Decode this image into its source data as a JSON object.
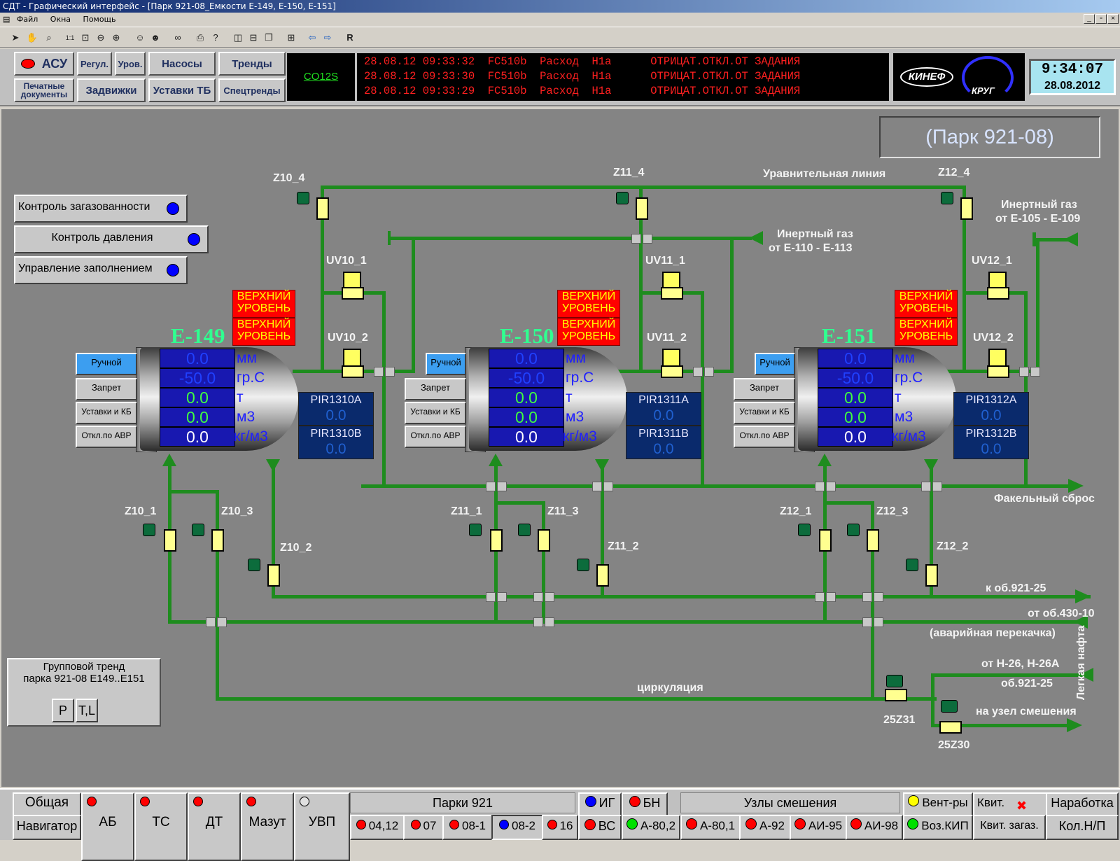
{
  "window": {
    "title": "СДТ - Графический интерфейс - [Парк 921-08_Емкости Е-149, Е-150, Е-151]"
  },
  "menu": [
    "Файл",
    "Окна",
    "Помощь"
  ],
  "header": {
    "buttons": {
      "asu": "АСУ",
      "regul": "Регул.",
      "urov": "Уров.",
      "nasosy": "Насосы",
      "trendy": "Тренды",
      "pechatnye": "Печатные документы",
      "zadvizhki": "Задвижки",
      "ustavki": "Уставки ТБ",
      "spectrendy": "Спецтренды"
    },
    "co12s": "CO12S",
    "alarms": [
      "28.08.12 09:33:32  FC510b  Расход  H1a      ОТРИЦАТ.ОТКЛ.ОТ ЗАДАНИЯ",
      "28.08.12 09:33:30  FC510b  Расход  H1a      ОТРИЦАТ.ОТКЛ.ОТ ЗАДАНИЯ",
      "28.08.12 09:33:29  FC510b  Расход  H1a      ОТРИЦАТ.ОТКЛ.ОТ ЗАДАНИЯ"
    ],
    "logo1": "КИНЕФ",
    "logo2": "КРУГ",
    "clock_time": "9:34:07",
    "clock_date": "28.08.2012"
  },
  "main": {
    "park_title": "(Парк 921-08)",
    "left_buttons": [
      "Контроль загазованности",
      "Контроль давления",
      "Управление заполнением"
    ],
    "labels": {
      "equal_line": "Уравнительная линия",
      "inert1": "Инертный газ",
      "inert1b": "от Е-110 - Е-113",
      "inert2": "Инертный газ",
      "inert2b": "от Е-105 - Е-109",
      "flare": "Факельный сброс",
      "to921": "к об.921-25",
      "from430": "от об.430-10",
      "emergency": "(аварийная перекачка)",
      "circ": "циркуляция",
      "fromH26": "от Н-26, Н-26А",
      "ob921": "об.921-25",
      "mixnode": "на узел смешения",
      "light_naphtha": "Легкая нафта",
      "v25z31": "25Z31",
      "v25z30": "25Z30"
    },
    "group_trend": {
      "line1": "Групповой тренд",
      "line2": "парка 921-08 Е149..Е151",
      "btn_p": "Р",
      "btn_tl": "T,L"
    },
    "alarm_text": [
      "ВЕРХНИЙ",
      "УРОВЕНЬ"
    ],
    "units": [
      "мм",
      "гр.С",
      "т",
      "м3",
      "кг/м3"
    ],
    "mode_buttons": [
      "Ручной",
      "Запрет",
      "Уставки и КБ",
      "Откл.по АВР"
    ],
    "tanks": [
      {
        "name": "Е-149",
        "values": [
          "0.0",
          "-50.0",
          "0.0",
          "0.0",
          "0.0"
        ],
        "pir_a": "PIR1310A",
        "pir_a_val": "0.0",
        "pir_b": "PIR1310B",
        "pir_b_val": "0.0",
        "z4": "Z10_4",
        "uv1": "UV10_1",
        "uv2": "UV10_2",
        "z1": "Z10_1",
        "z3": "Z10_3",
        "z2": "Z10_2"
      },
      {
        "name": "Е-150",
        "values": [
          "0.0",
          "-50.0",
          "0.0",
          "0.0",
          "0.0"
        ],
        "pir_a": "PIR1311A",
        "pir_a_val": "0.0",
        "pir_b": "PIR1311B",
        "pir_b_val": "0.0",
        "z4": "Z11_4",
        "uv1": "UV11_1",
        "uv2": "UV11_2",
        "z1": "Z11_1",
        "z3": "Z11_3",
        "z2": "Z11_2"
      },
      {
        "name": "Е-151",
        "values": [
          "0.0",
          "-50.0",
          "0.0",
          "0.0",
          "0.0"
        ],
        "pir_a": "PIR1312A",
        "pir_a_val": "0.0",
        "pir_b": "PIR1312B",
        "pir_b_val": "0.0",
        "z4": "Z12_4",
        "uv1": "UV12_1",
        "uv2": "UV12_2",
        "z1": "Z12_1",
        "z3": "Z12_3",
        "z2": "Z12_2"
      }
    ]
  },
  "bottom": {
    "obshaya": "Общая",
    "navigator": "Навигатор",
    "ab": "АБ",
    "ts": "ТС",
    "dt": "ДТ",
    "mazut": "Мазут",
    "uvp": "УВП",
    "parks_title": "Парки 921",
    "parks": [
      "04,12",
      "07",
      "08-1",
      "08-2",
      "16"
    ],
    "ig": "ИГ",
    "bn": "БН",
    "vs": "ВС",
    "a802": "А-80,2",
    "mix_title": "Узлы смешения",
    "mix": [
      "А-80,1",
      "А-92",
      "АИ-95",
      "АИ-98"
    ],
    "vent": "Вент-ры",
    "voz": "Воз.КИП",
    "kvit": "Квит.",
    "kvit_gaz": "Квит. загаз.",
    "narabotka": "Наработка",
    "kol": "Кол.Н/П",
    "colors": {
      "red": "#ff0000",
      "blue": "#0000ff",
      "green": "#00e000",
      "yellow": "#ffff00"
    }
  }
}
